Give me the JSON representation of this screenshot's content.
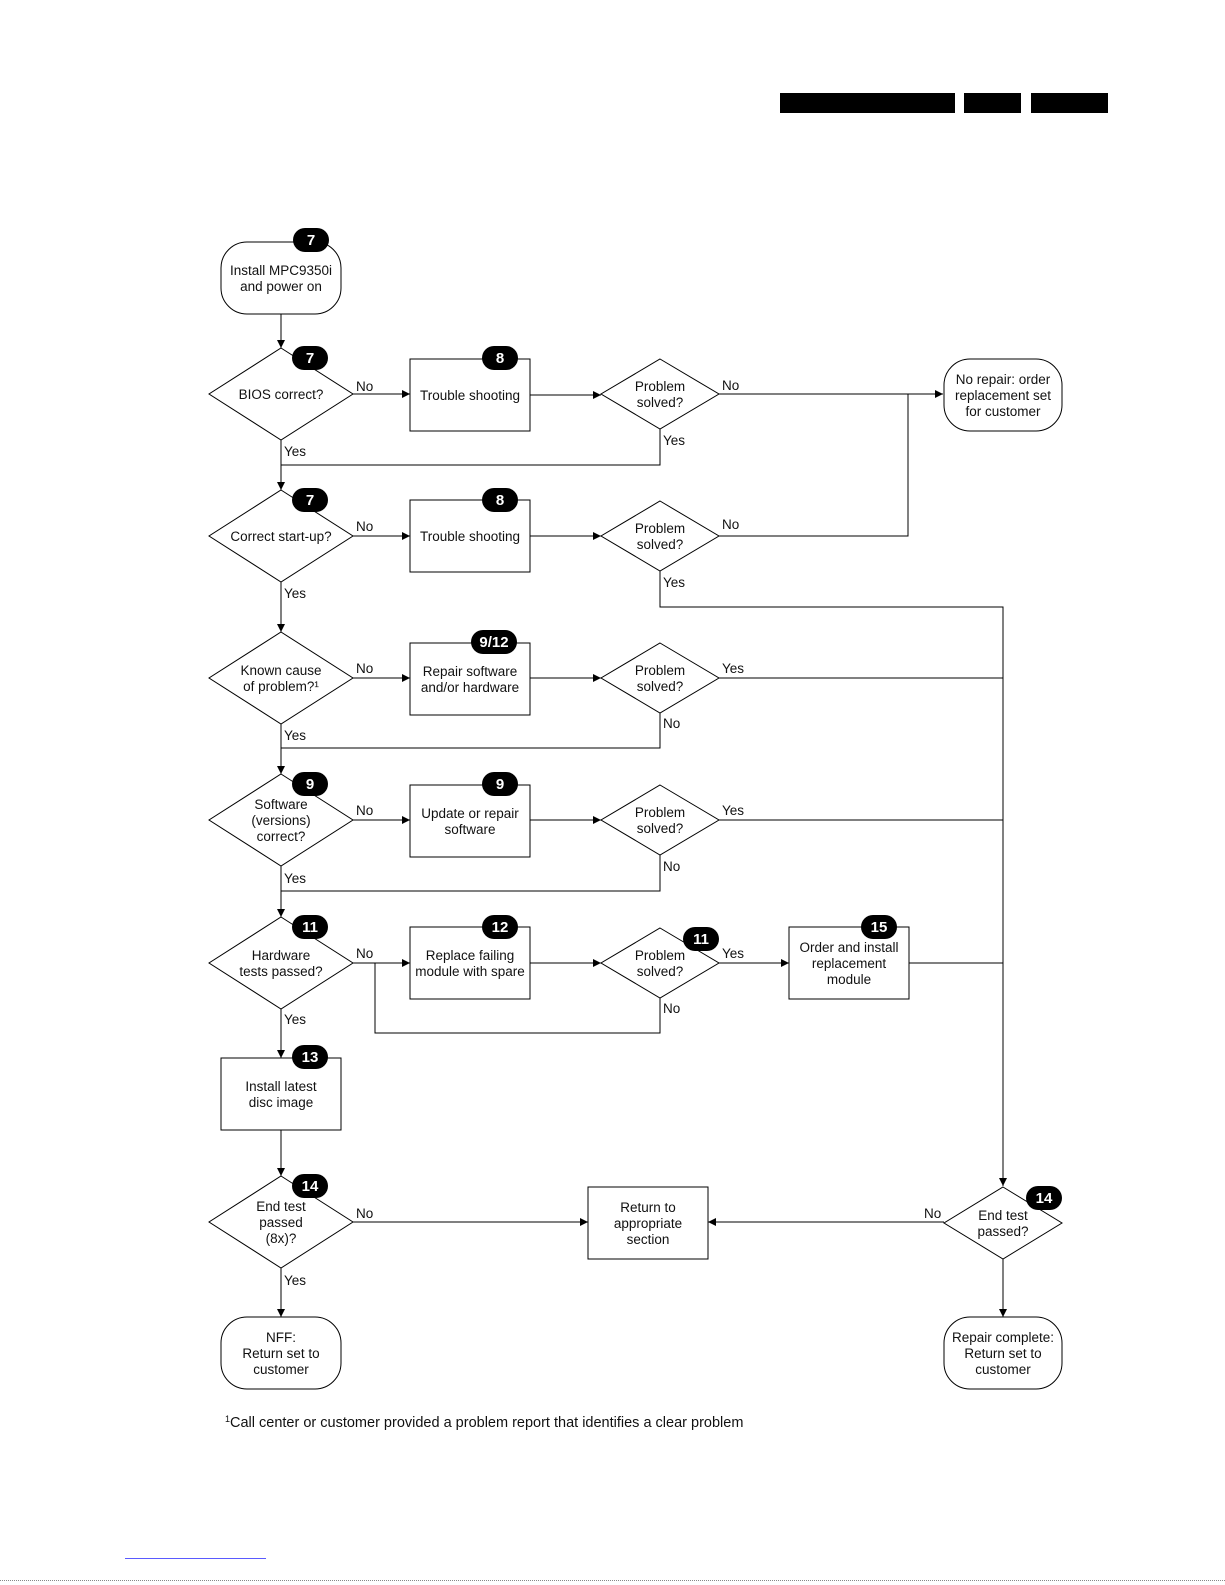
{
  "nodes": {
    "install": {
      "lines": [
        "Install MPC9350i",
        "and power on"
      ],
      "badge": "7"
    },
    "bios": {
      "lines": [
        "BIOS correct?"
      ],
      "badge": "7"
    },
    "ts1": {
      "lines": [
        "Trouble shooting"
      ],
      "badge": "8"
    },
    "ps1": {
      "lines": [
        "Problem",
        "solved?"
      ]
    },
    "norepair": {
      "lines": [
        "No repair: order",
        "replacement set",
        "for customer"
      ]
    },
    "startup": {
      "lines": [
        "Correct start-up?"
      ],
      "badge": "7"
    },
    "ts2": {
      "lines": [
        "Trouble shooting"
      ],
      "badge": "8"
    },
    "ps2": {
      "lines": [
        "Problem",
        "solved?"
      ]
    },
    "known": {
      "lines": [
        "Known cause",
        "of problem?¹"
      ]
    },
    "repair": {
      "lines": [
        "Repair software",
        "and/or hardware"
      ],
      "badge": "9/12"
    },
    "ps3": {
      "lines": [
        "Problem",
        "solved?"
      ]
    },
    "software": {
      "lines": [
        "Software",
        "(versions)",
        "correct?"
      ],
      "badge": "9"
    },
    "update": {
      "lines": [
        "Update or repair",
        "software"
      ],
      "badge": "9"
    },
    "ps4": {
      "lines": [
        "Problem",
        "solved?"
      ]
    },
    "hardware": {
      "lines": [
        "Hardware",
        "tests passed?"
      ],
      "badge": "11"
    },
    "replace": {
      "lines": [
        "Replace failing",
        "module with spare"
      ],
      "badge": "12"
    },
    "ps5": {
      "lines": [
        "Problem",
        "solved?"
      ],
      "badge": "11"
    },
    "order": {
      "lines": [
        "Order and install",
        "replacement",
        "module"
      ],
      "badge": "15"
    },
    "discimage": {
      "lines": [
        "Install latest",
        "disc image"
      ],
      "badge": "13"
    },
    "endtest1": {
      "lines": [
        "End test",
        "passed",
        "(8x)?"
      ],
      "badge": "14"
    },
    "returnsec": {
      "lines": [
        "Return to",
        "appropriate",
        "section"
      ]
    },
    "endtest2": {
      "lines": [
        "End test",
        "passed?"
      ],
      "badge": "14"
    },
    "nff": {
      "lines": [
        "NFF:",
        "Return set to",
        "customer"
      ]
    },
    "complete": {
      "lines": [
        "Repair complete:",
        "Return set to",
        "customer"
      ]
    }
  },
  "edge_labels": {
    "bios_no": "No",
    "bios_yes": "Yes",
    "ps1_no": "No",
    "ps1_yes": "Yes",
    "startup_no": "No",
    "startup_yes": "Yes",
    "ps2_no": "No",
    "ps2_yes": "Yes",
    "known_no": "No",
    "known_yes": "Yes",
    "ps3_yes": "Yes",
    "ps3_no": "No",
    "software_no": "No",
    "software_yes": "Yes",
    "ps4_yes": "Yes",
    "ps4_no": "No",
    "hardware_no": "No",
    "hardware_yes": "Yes",
    "ps5_yes": "Yes",
    "ps5_no": "No",
    "endtest1_no": "No",
    "endtest1_yes": "Yes",
    "endtest2_no": "No"
  },
  "footnote": {
    "mark": "1",
    "text": "Call center or customer provided a problem report that identifies a clear problem"
  }
}
